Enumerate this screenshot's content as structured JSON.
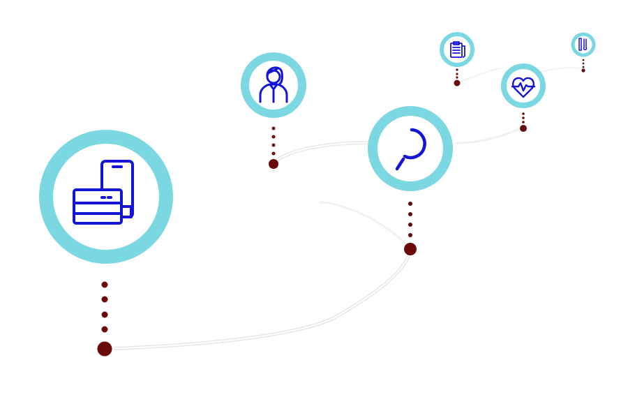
{
  "colors": {
    "ring": "#7bd8e2",
    "icon": "#1414d6",
    "dot": "#6b0a0a",
    "path": "#ececec",
    "background": "#ffffff"
  },
  "nodes": [
    {
      "id": "devices",
      "icon": "devices-icon"
    },
    {
      "id": "woman",
      "icon": "woman-avatar-icon"
    },
    {
      "id": "search",
      "icon": "search-icon"
    },
    {
      "id": "clipboard",
      "icon": "clipboard-icon"
    },
    {
      "id": "heart",
      "icon": "heart-rate-icon"
    },
    {
      "id": "tools",
      "icon": "tools-icon"
    }
  ]
}
